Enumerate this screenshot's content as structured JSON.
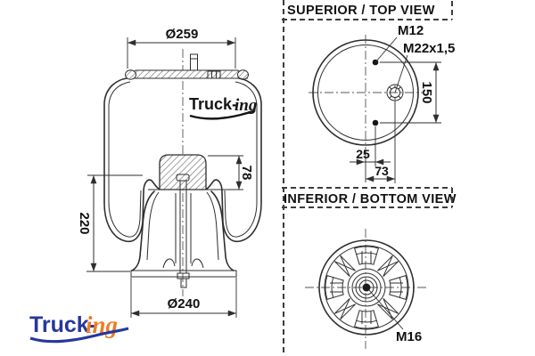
{
  "drawing": {
    "side_view": {
      "dim_top_diameter": "Ø259",
      "dim_height": "220",
      "dim_bumper_height": "78",
      "dim_bottom_diameter": "Ø240",
      "watermark_truck": "Truck-",
      "watermark_ing": "ing"
    },
    "top_view": {
      "title": "SUPERIOR / TOP VIEW",
      "label_stud": "M12",
      "label_air_fitting": "M22x1,5",
      "dim_stud_spacing": "150",
      "dim_stud_offset": "25",
      "dim_fitting_offset": "73"
    },
    "bottom_view": {
      "title": "INFERIOR / BOTTOM VIEW",
      "label_nut": "M16"
    },
    "brand": {
      "logo_truck": "Truck-",
      "logo_ing": "ing",
      "color_blue": "#26379c",
      "color_orange": "#ef7b23",
      "color_line": "#2e2e2e"
    }
  }
}
